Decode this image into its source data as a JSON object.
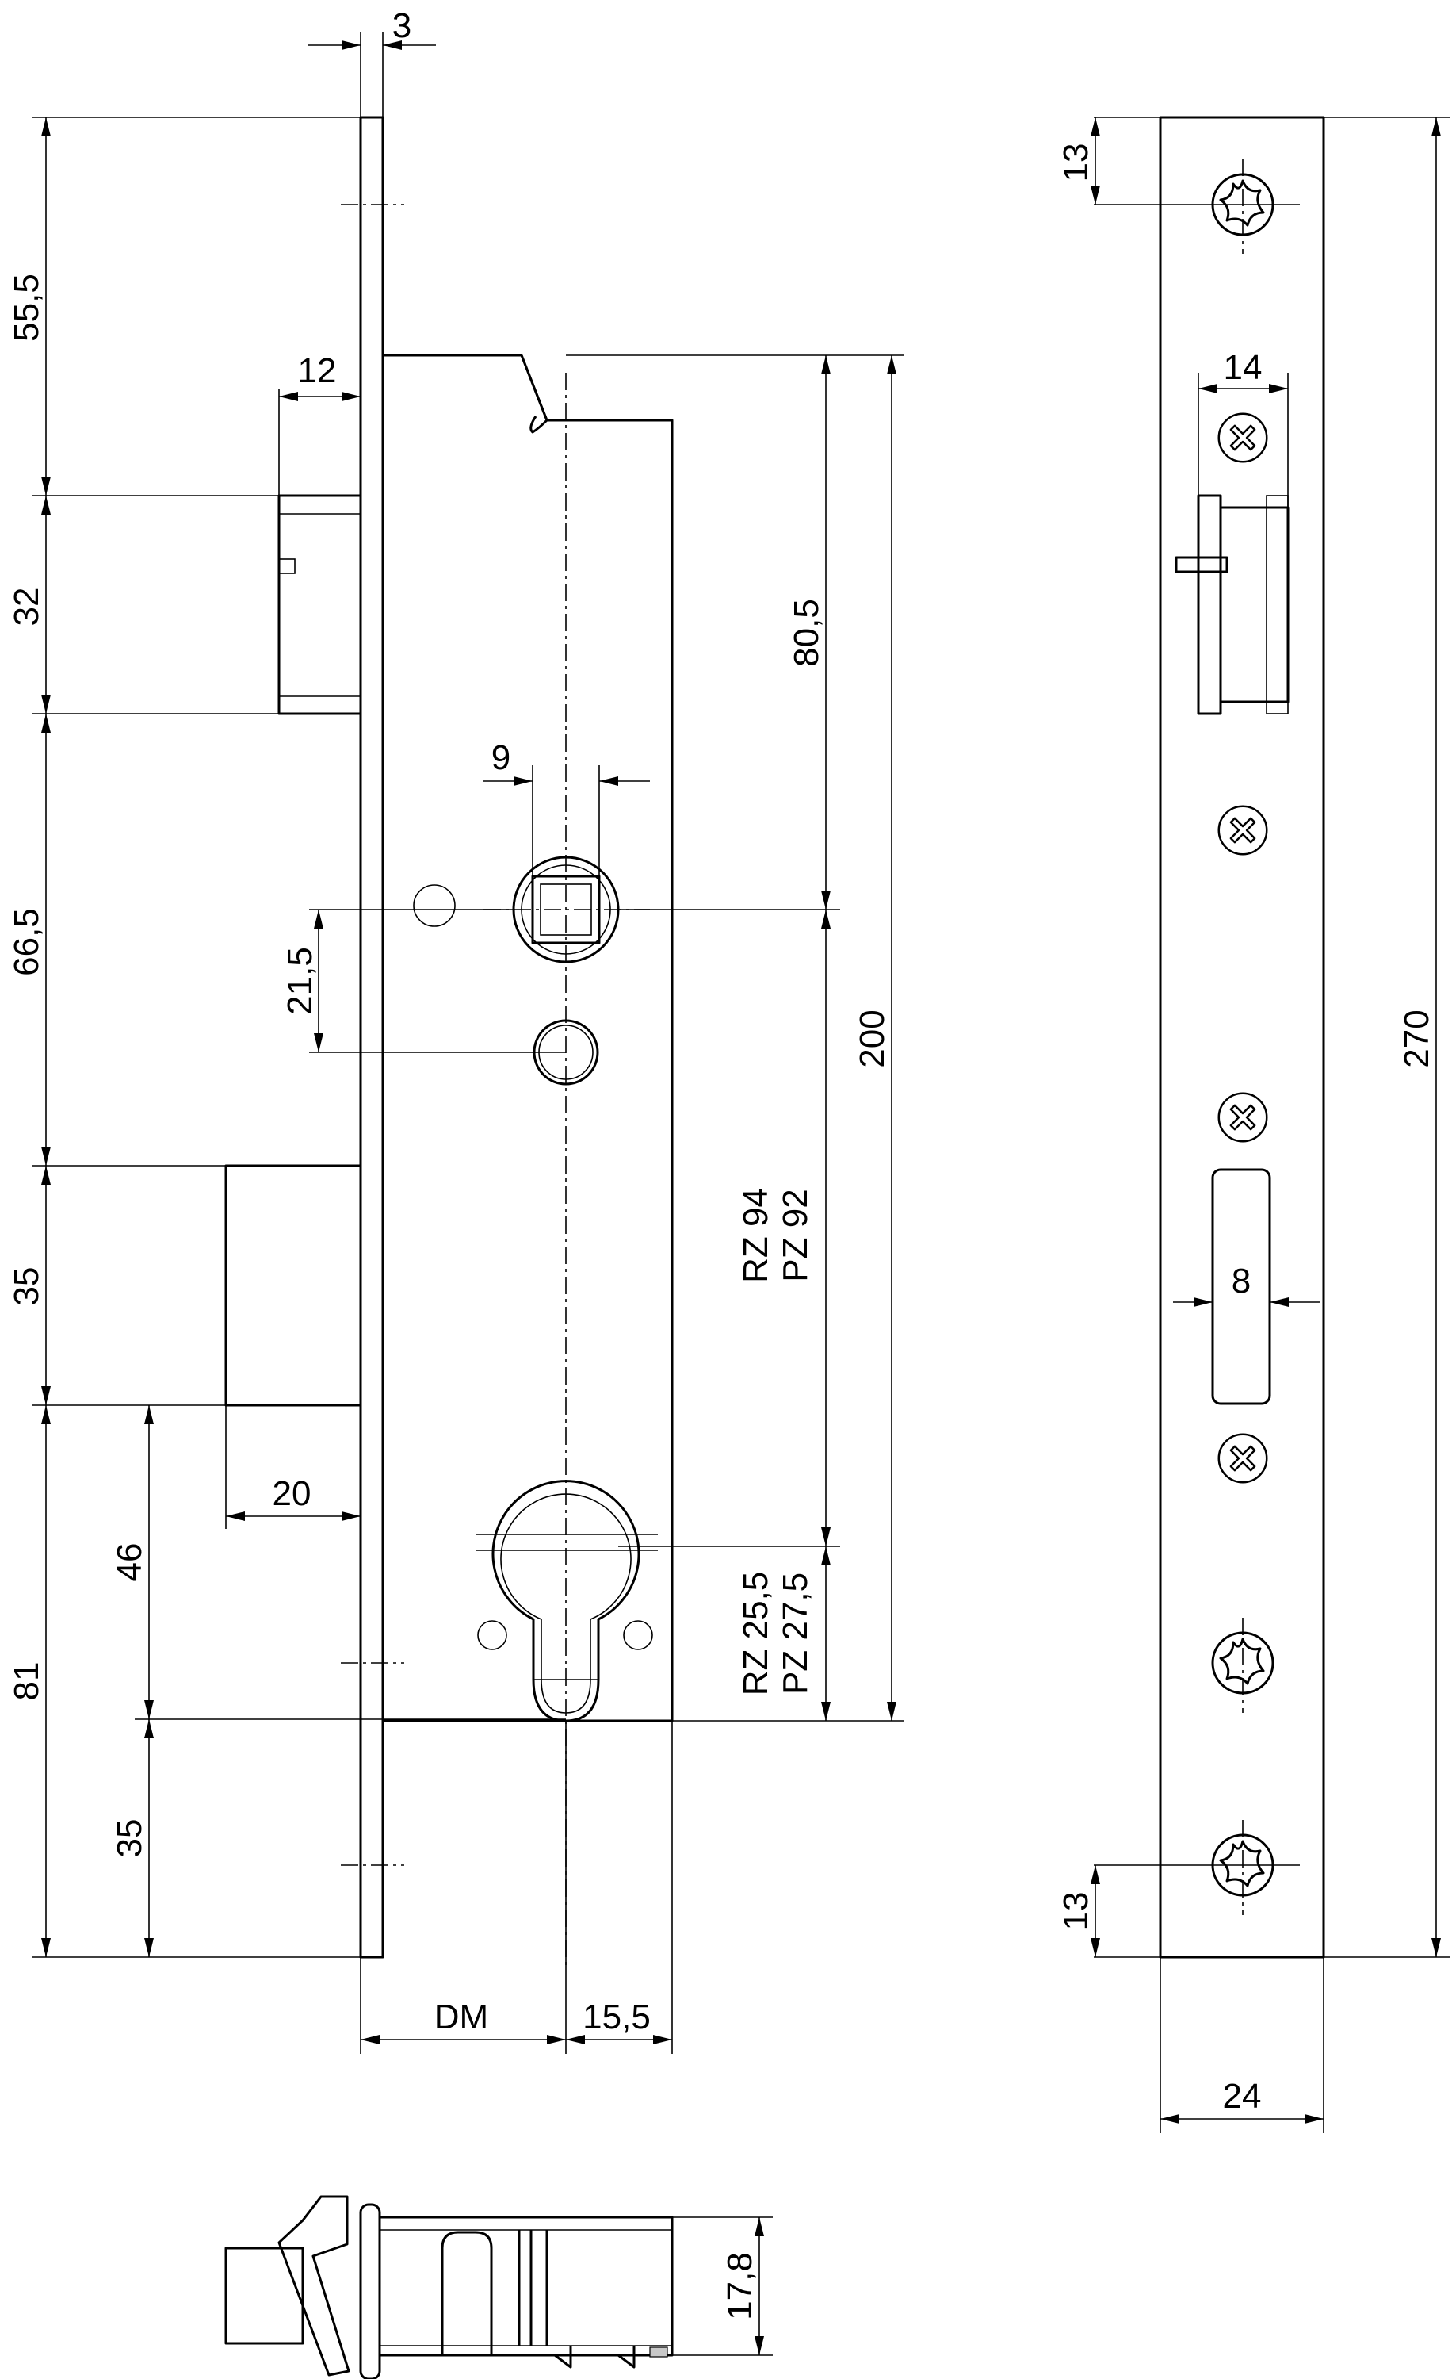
{
  "colors": {
    "line": "#000000",
    "background": "#ffffff",
    "shade": "#c8c8c8"
  },
  "dimensions": {
    "d_3": "3",
    "d_55_5": "55,5",
    "d_12": "12",
    "d_32": "32",
    "d_80_5": "80,5",
    "d_9": "9",
    "d_66_5": "66,5",
    "d_21_5": "21,5",
    "d_200": "200",
    "d_rz94": "RZ 94",
    "d_pz92": "PZ 92",
    "d_35_top": "35",
    "d_20": "20",
    "d_46": "46",
    "d_81": "81",
    "d_rz25_5": "RZ 25,5",
    "d_pz27_5": "PZ 27,5",
    "d_35_bottom": "35",
    "d_dm": "DM",
    "d_15_5": "15,5",
    "d_13_top": "13",
    "d_14": "14",
    "d_270": "270",
    "d_8": "8",
    "d_13_bottom": "13",
    "d_24": "24",
    "d_17_8": "17,8"
  },
  "icons": {
    "torx": "torx-screw-icon",
    "phillips": "phillips-screw-icon"
  }
}
